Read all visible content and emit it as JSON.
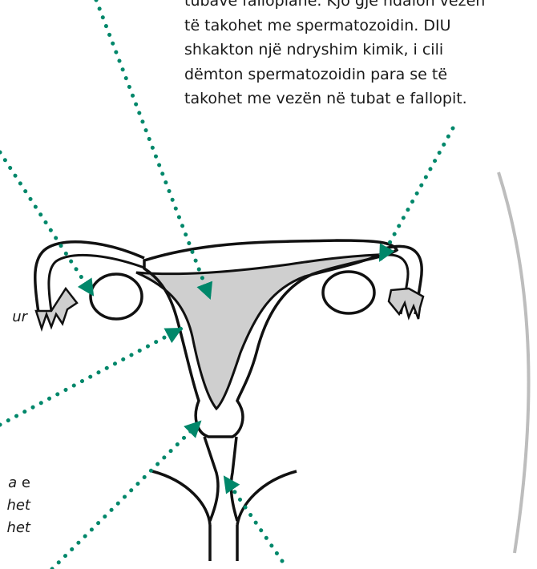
{
  "callout": {
    "text": "tubave fallopiane. Kjo gjë ndalon vezën\ntë takohet me spermatozoidin. DIU\nshkakton një ndryshim kimik, i cili\ndëmton spermatozoidin para se të\ntakohet me vezën në tubat e fallopit."
  },
  "fragments": {
    "left_top": "ur",
    "left_bottom_1": "a",
    "left_bottom_1_tail": "e",
    "left_bottom_2": "het",
    "left_bottom_3": "het"
  },
  "colors": {
    "arrow": "#00876a",
    "dots": "#00876a",
    "outline": "#111111",
    "fill": "#cfcfcf",
    "frame": "#bdbdbd"
  }
}
